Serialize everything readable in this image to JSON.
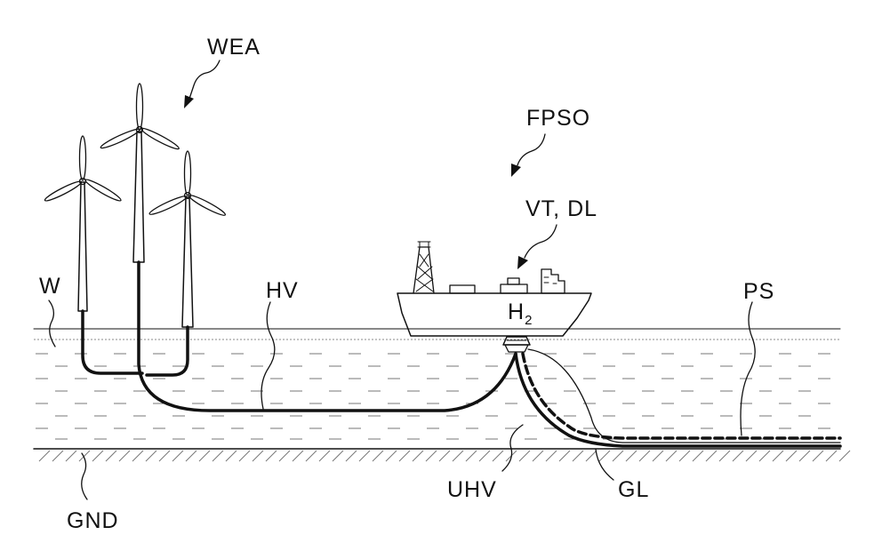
{
  "labels": {
    "wea": "WEA",
    "fpso": "FPSO",
    "vt_dl": "VT, DL",
    "w": "W",
    "hv": "HV",
    "h2_base": "H",
    "h2_sub": "2",
    "ps": "PS",
    "uhv": "UHV",
    "gl": "GL",
    "gnd": "GND"
  }
}
